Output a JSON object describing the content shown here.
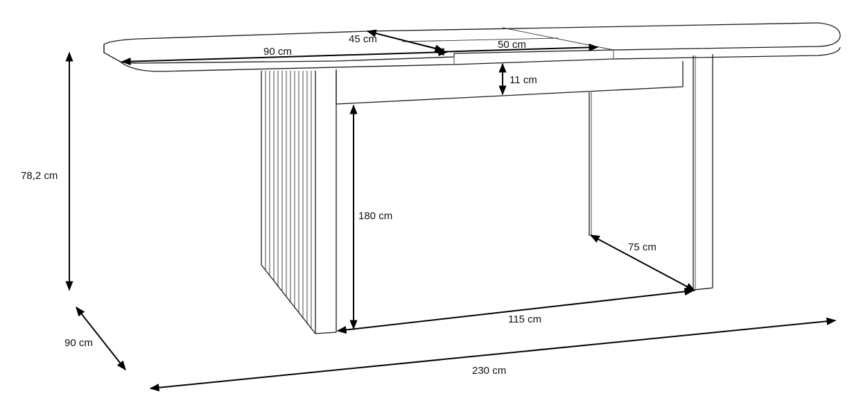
{
  "diagram": {
    "subject": "extendable dining table dimension drawing",
    "dimensions": {
      "top_length_left": "90 cm",
      "insert_diagonal": "45 cm",
      "insert_width": "50 cm",
      "apron_height": "11 cm",
      "height": "78,2 cm",
      "leg_clearance_height": "180 cm",
      "leg_depth": "75 cm",
      "between_legs": "115 cm",
      "depth": "90 cm",
      "extended_length": "230 cm"
    },
    "colors": {
      "line": "#1a1a1a",
      "background": "#ffffff"
    }
  }
}
